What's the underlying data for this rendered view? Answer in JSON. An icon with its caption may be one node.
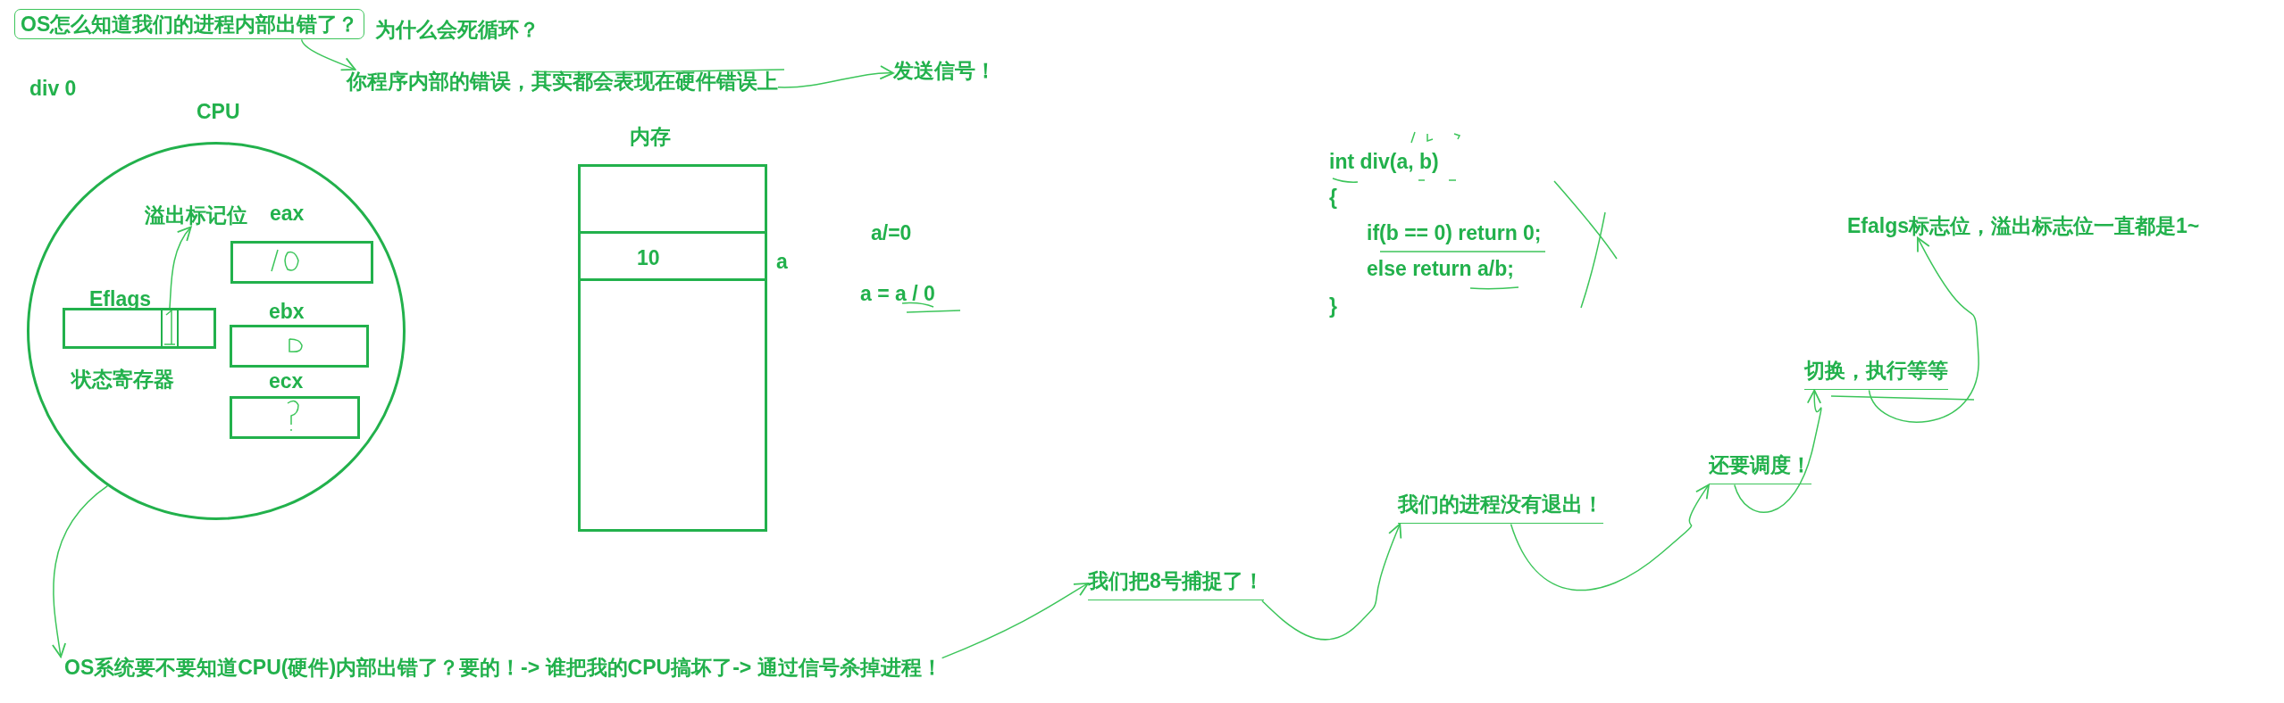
{
  "diagram": {
    "nodes": [
      {
        "text": [
          "OS怎么知道我们的进程内部出错了？"
        ]
      },
      {
        "text": [
          "你程序内部的错误，其实都会表现在硬件错误上"
        ]
      },
      {
        "text": [
          "发送信号！"
        ]
      },
      {
        "text": [
          "CPU"
        ]
      },
      {
        "text": [
          "溢出标记位"
        ],
        "in": 3
      },
      {
        "text": [
          "eax"
        ],
        "in": 3
      },
      {
        "text": [
          "Eflags",
          "状态寄存器"
        ],
        "in": 3
      },
      {
        "text": [],
        "shape": "box",
        "in": 6
      },
      {
        "text": [
          "ebx"
        ],
        "in": 3
      },
      {
        "text": [
          "ecx"
        ],
        "in": 3
      },
      {
        "text": [
          "内存"
        ]
      },
      {
        "text": [
          "10"
        ],
        "beside": [
          "a"
        ],
        "in": 10
      },
      {
        "text": [
          "Efalgs标志位，溢出标志位一直都是1~"
        ]
      },
      {
        "text": [
          "切换，执行等等"
        ]
      },
      {
        "text": [
          "还要调度！"
        ]
      },
      {
        "text": [
          "我们的进程没有退出！"
        ]
      },
      {
        "text": [
          "我们把8号捕捉了！"
        ]
      },
      {
        "text": [
          "OS系统要不要知道CPU(硬件)内部出错了？要的！-> 谁把我的CPU搞坏了-> 通过信号杀掉进程！"
        ]
      }
    ],
    "edges": [
      {
        "from": 0,
        "to": 1,
        "arrow": "to"
      },
      {
        "from": 1,
        "to": 2,
        "arrow": "to"
      },
      {
        "from": 7,
        "to": 4,
        "arrow": "to"
      },
      {
        "from": 3,
        "to": 17,
        "arrow": "to"
      },
      {
        "from": 17,
        "to": 16,
        "arrow": "to"
      },
      {
        "from": 16,
        "to": 15,
        "arrow": "to"
      },
      {
        "from": 15,
        "to": 14,
        "arrow": "to"
      },
      {
        "from": 14,
        "to": 13,
        "arrow": "to"
      },
      {
        "from": 13,
        "to": 12,
        "arrow": "to"
      }
    ],
    "labels": [
      "为什么会死循环？",
      "div 0",
      "a/=0",
      "a = a / 0",
      "int div(a, b)",
      "{",
      "if(b == 0) return 0;",
      "else return a/b;",
      "}"
    ]
  }
}
